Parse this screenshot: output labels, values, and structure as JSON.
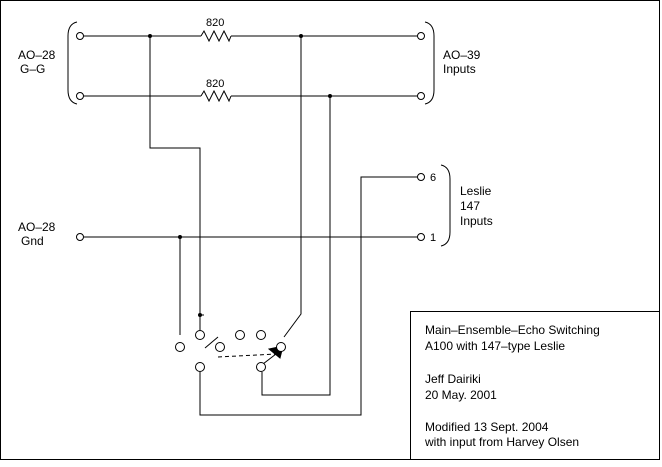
{
  "labels": {
    "ao28_gg_line1": "AO–28",
    "ao28_gg_line2": "G–G",
    "ao39_line1": "AO–39",
    "ao39_line2": "Inputs",
    "resistor_top": "820",
    "resistor_bottom": "820",
    "ao28_gnd_line1": "AO–28",
    "ao28_gnd_line2": "Gnd",
    "leslie_pin_6": "6",
    "leslie_pin_1": "1",
    "leslie_line1": "Leslie",
    "leslie_line2": "147",
    "leslie_line3": "Inputs"
  },
  "title_block": {
    "title_line1": "Main–Ensemble–Echo Switching",
    "title_line2": "A100 with 147–type Leslie",
    "author": "Jeff Dairiki",
    "date": "20 May. 2001",
    "modified": "Modified 13 Sept. 2004",
    "credit": "with input from Harvey Olsen"
  }
}
